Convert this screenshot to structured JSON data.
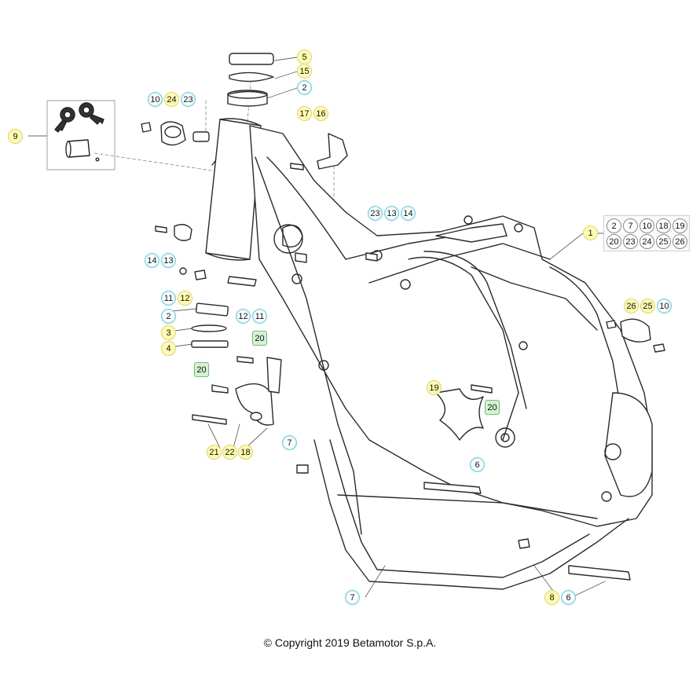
{
  "diagram": {
    "copyright": "© Copyright 2019 Betamotor S.p.A.",
    "watermark": "",
    "callouts": [
      {
        "id": "c5",
        "label": "5",
        "color": "yellow"
      },
      {
        "id": "c15",
        "label": "15",
        "color": "yellow"
      },
      {
        "id": "c2a",
        "label": "2",
        "color": "cyan"
      },
      {
        "id": "c9",
        "label": "9",
        "color": "yellow"
      },
      {
        "id": "c10a",
        "label": "10",
        "color": "cyan"
      },
      {
        "id": "c24a",
        "label": "24",
        "color": "yellow"
      },
      {
        "id": "c23a",
        "label": "23",
        "color": "cyan"
      },
      {
        "id": "c17",
        "label": "17",
        "color": "yellow"
      },
      {
        "id": "c16",
        "label": "16",
        "color": "yellow"
      },
      {
        "id": "c23b",
        "label": "23",
        "color": "cyan"
      },
      {
        "id": "c13a",
        "label": "13",
        "color": "cyan"
      },
      {
        "id": "c14a",
        "label": "14",
        "color": "cyan"
      },
      {
        "id": "c1",
        "label": "1",
        "color": "yellow"
      },
      {
        "id": "c14b",
        "label": "14",
        "color": "cyan"
      },
      {
        "id": "c13b",
        "label": "13",
        "color": "cyan"
      },
      {
        "id": "c11a",
        "label": "11",
        "color": "cyan"
      },
      {
        "id": "c12a",
        "label": "12",
        "color": "yellow"
      },
      {
        "id": "c2b",
        "label": "2",
        "color": "cyan"
      },
      {
        "id": "c12b",
        "label": "12",
        "color": "cyan"
      },
      {
        "id": "c11b",
        "label": "11",
        "color": "cyan"
      },
      {
        "id": "c3",
        "label": "3",
        "color": "yellow"
      },
      {
        "id": "c4",
        "label": "4",
        "color": "yellow"
      },
      {
        "id": "c20a",
        "label": "20",
        "color": "green"
      },
      {
        "id": "c20b",
        "label": "20",
        "color": "green"
      },
      {
        "id": "c26",
        "label": "26",
        "color": "yellow"
      },
      {
        "id": "c25",
        "label": "25",
        "color": "yellow"
      },
      {
        "id": "c10b",
        "label": "10",
        "color": "cyan"
      },
      {
        "id": "c19",
        "label": "19",
        "color": "yellow"
      },
      {
        "id": "c20c",
        "label": "20",
        "color": "green"
      },
      {
        "id": "c21",
        "label": "21",
        "color": "yellow"
      },
      {
        "id": "c22",
        "label": "22",
        "color": "yellow"
      },
      {
        "id": "c18",
        "label": "18",
        "color": "yellow"
      },
      {
        "id": "c7a",
        "label": "7",
        "color": "cyan"
      },
      {
        "id": "c6a",
        "label": "6",
        "color": "cyan"
      },
      {
        "id": "c7b",
        "label": "7",
        "color": "cyan"
      },
      {
        "id": "c8",
        "label": "8",
        "color": "yellow"
      },
      {
        "id": "c6b",
        "label": "6",
        "color": "cyan"
      }
    ],
    "kit_labels": [
      "2",
      "7",
      "10",
      "18",
      "19",
      "20",
      "23",
      "24",
      "25",
      "26"
    ]
  }
}
